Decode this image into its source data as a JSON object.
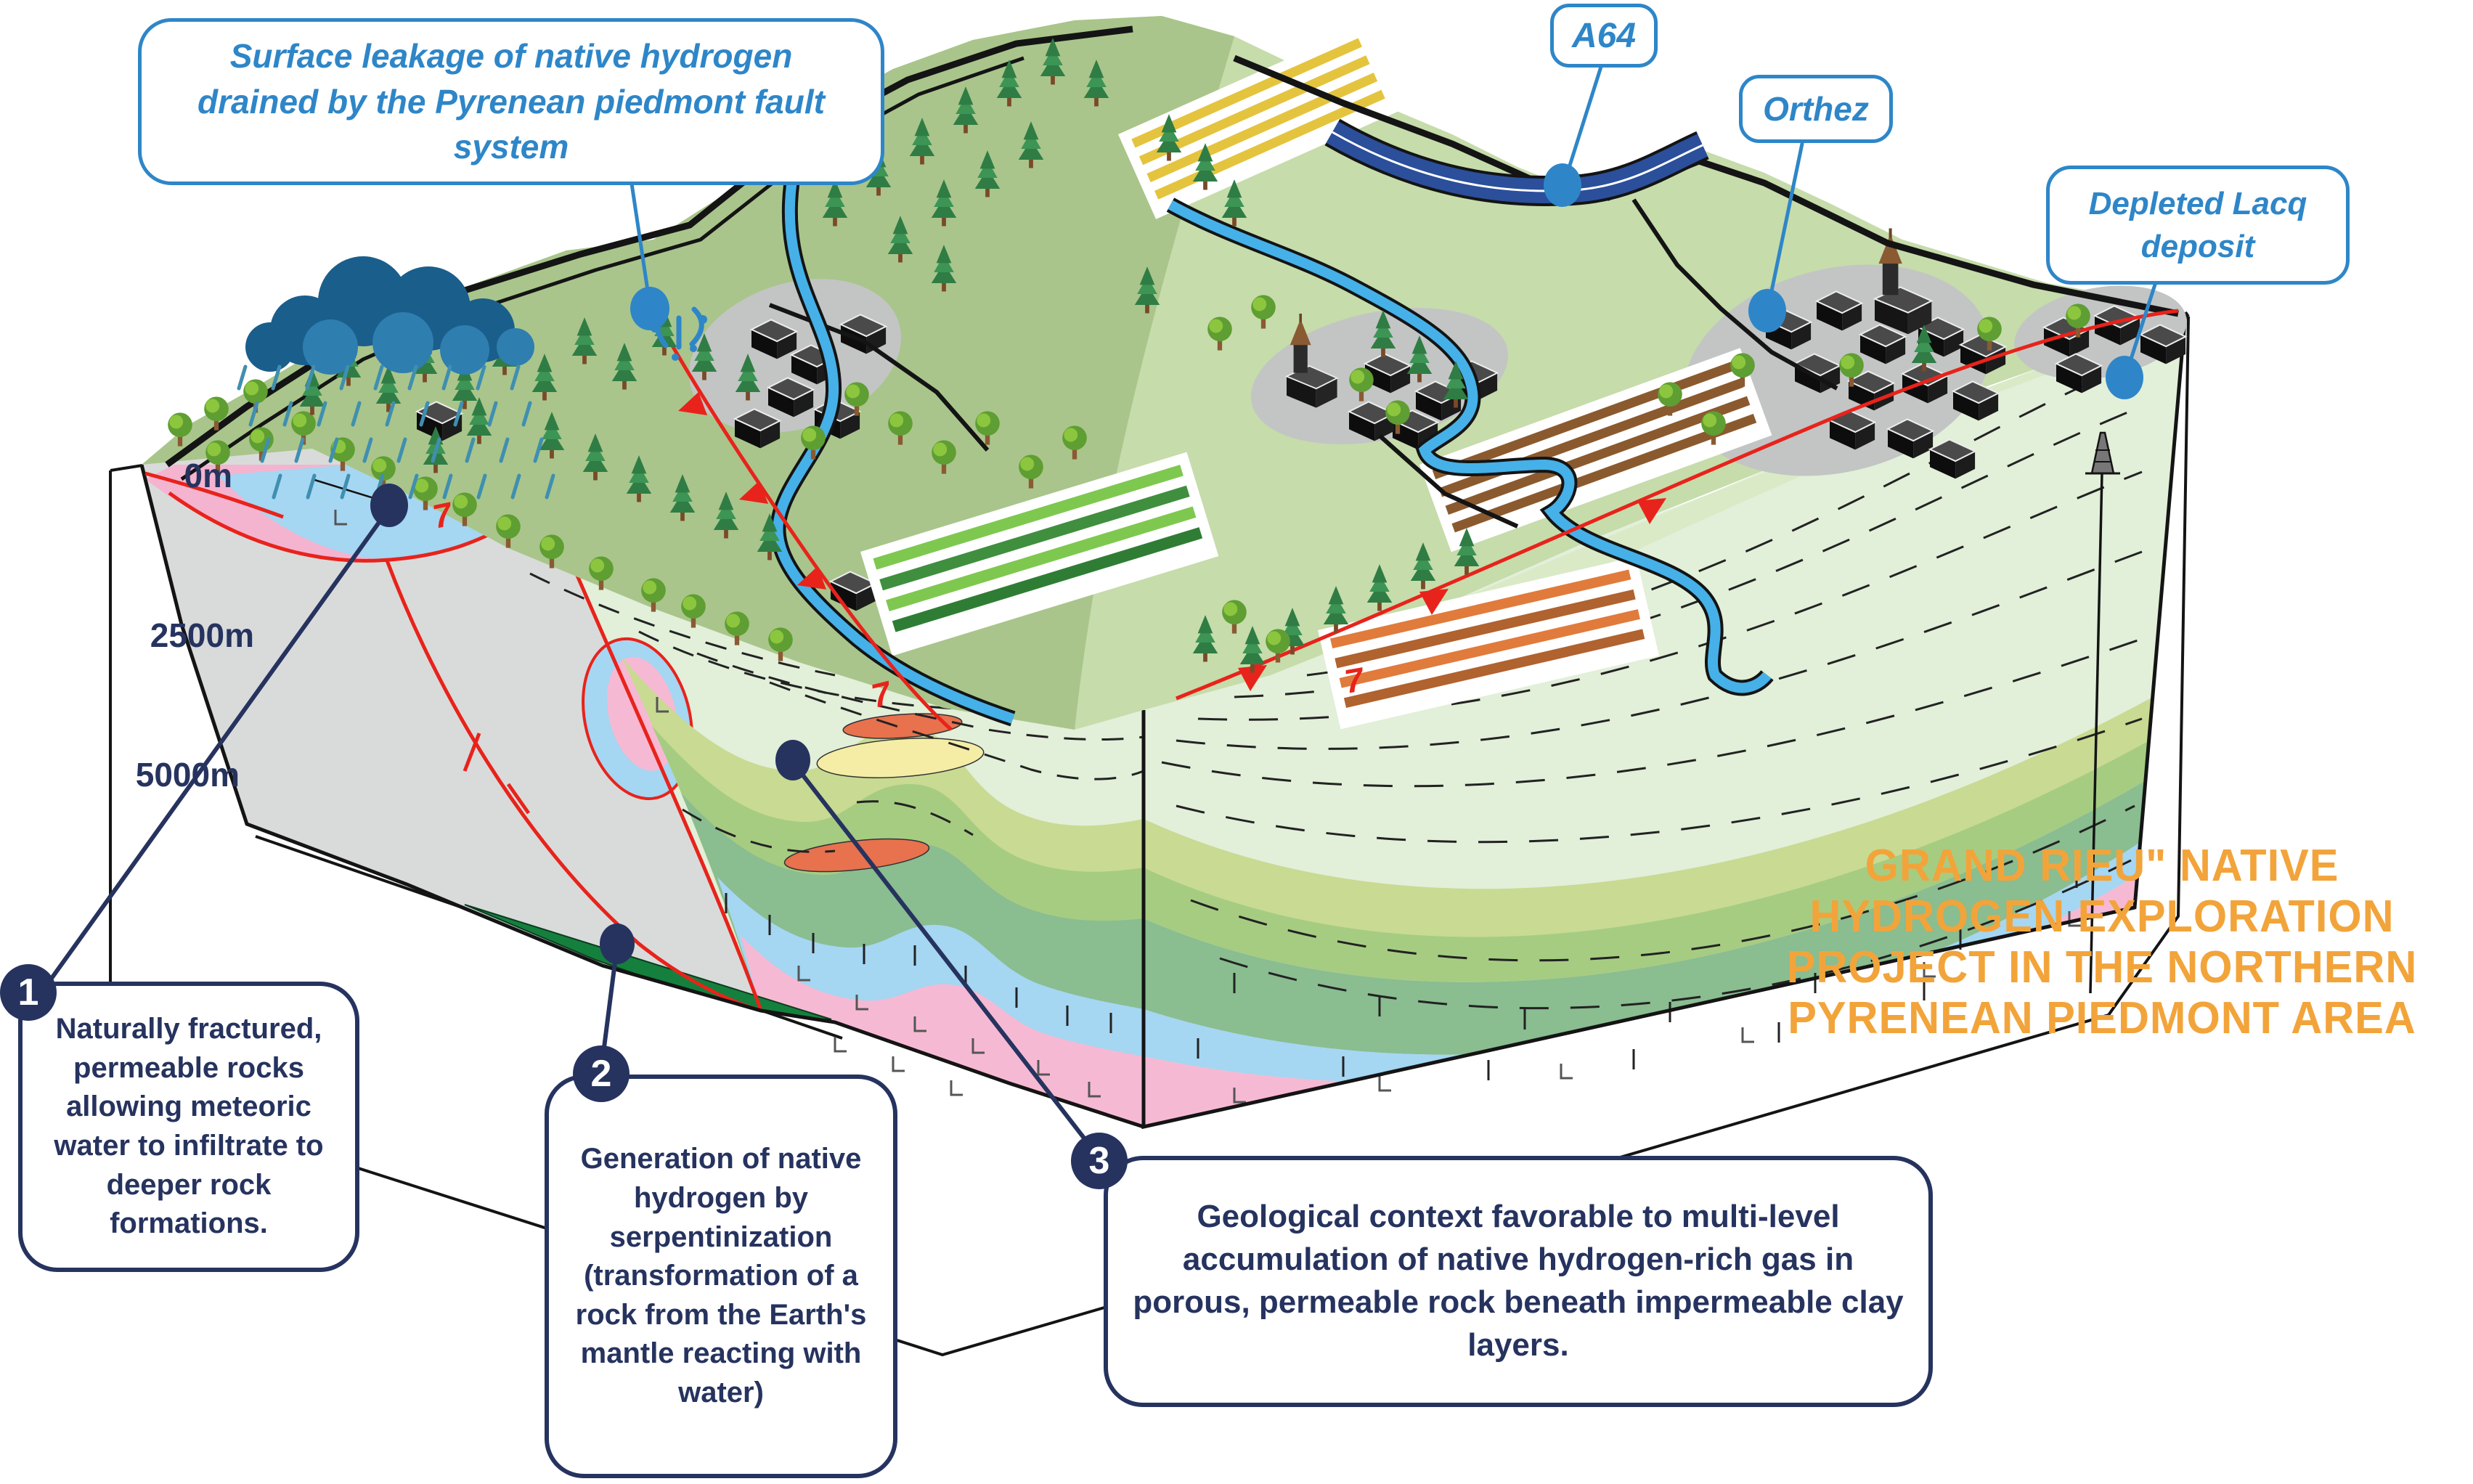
{
  "diagram": {
    "type": "geological-block-diagram",
    "title": {
      "lines": [
        "GRAND RIEU\" NATIVE",
        "HYDROGEN EXPLORATION",
        "PROJECT IN THE NORTHERN",
        "PYRENEAN PIEDMONT AREA"
      ],
      "color": "#F2A43A"
    },
    "map_labels": {
      "surface_leakage": "Surface leakage of native hydrogen drained by the Pyrenean piedmont fault system",
      "a64": "A64",
      "orthez": "Orthez",
      "lacq": "Depleted Lacq deposit"
    },
    "depth_scale": {
      "labels": [
        "0m",
        "2500m",
        "5000m"
      ]
    },
    "callouts": [
      {
        "number": "1",
        "text": "Naturally fractured, permeable rocks allowing meteoric water to infiltrate to deeper rock formations."
      },
      {
        "number": "2",
        "text": "Generation of native hydrogen by serpentinization (transformation of a rock from the Earth's mantle reacting with water)"
      },
      {
        "number": "3",
        "text": "Geological context favorable to multi-level accumulation of native hydrogen-rich gas in porous, permeable rock beneath impermeable clay layers."
      }
    ],
    "icons": {
      "rain_cloud": "rain-cloud-icon",
      "leak_fountain": "leak-fountain-icon",
      "derrick": "oil-derrick-icon"
    },
    "colors": {
      "callout_blue": "#2E86C8",
      "callout_navy": "#26335F",
      "title_orange": "#F2A43A",
      "fault_red": "#E8231B",
      "terrain_green": "#B9D29B",
      "strata_pale_green": "#E2EFD9",
      "strata_olive": "#C9DA92",
      "strata_mid_green": "#A6CC82",
      "strata_deep_green": "#8ABD90",
      "strata_blue": "#A5D6F2",
      "strata_pink": "#F6B9D3",
      "lens_orange": "#E8714E",
      "lens_yellow": "#F5EDA6",
      "serpentinite_green": "#15803D",
      "basement_gray": "#D8DBDA",
      "river_blue": "#45B1E8",
      "highway_blue": "#2B4F9B"
    }
  }
}
